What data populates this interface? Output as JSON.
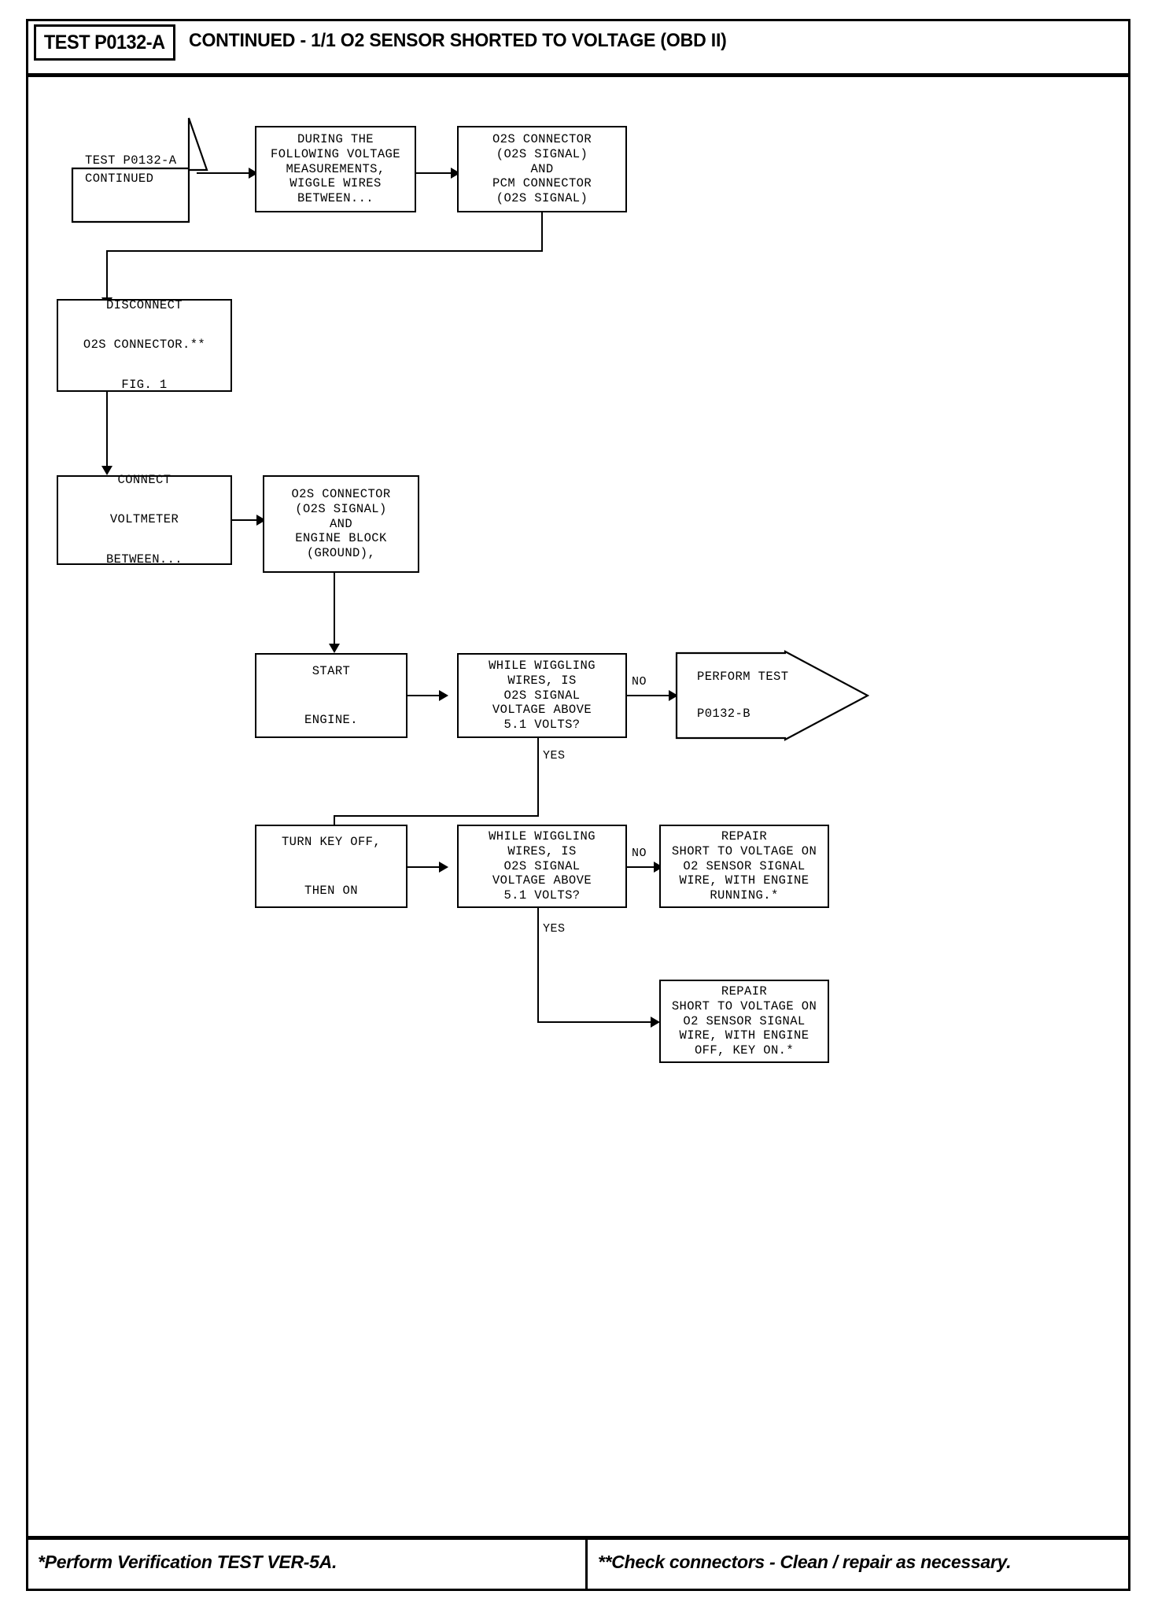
{
  "header": {
    "test_id": "TEST P0132-A",
    "title": "CONTINUED - 1/1 O2 SENSOR SHORTED TO VOLTAGE (OBD II)"
  },
  "footer": {
    "left_note": "*Perform Verification TEST VER-5A.",
    "right_note": "**Check connectors - Clean / repair as necessary."
  },
  "flow": {
    "start_banner": "TEST P0132-A\nCONTINUED",
    "during_measurements": "DURING THE\nFOLLOWING VOLTAGE\nMEASUREMENTS,\nWIGGLE WIRES\nBETWEEN...",
    "connectors_o2s_pcm": "O2S CONNECTOR\n(O2S SIGNAL)\nAND\nPCM CONNECTOR\n(O2S SIGNAL)",
    "disconnect_o2s": "DISCONNECT\n\nO2S CONNECTOR.**\n\nFIG. 1",
    "connect_voltmeter": "CONNECT\n\nVOLTMETER\n\nBETWEEN...",
    "connectors_o2s_ground": "O2S CONNECTOR\n(O2S SIGNAL)\nAND\nENGINE BLOCK\n(GROUND),",
    "start_engine": "START\n\nENGINE.",
    "decision_engine_running": "WHILE WIGGLING\nWIRES, IS\nO2S SIGNAL\nVOLTAGE ABOVE\n5.1 VOLTS?",
    "perform_test_banner": "PERFORM TEST\n\nP0132-B",
    "turn_key_off": "TURN KEY OFF,\n\nTHEN ON",
    "decision_key_on": "WHILE WIGGLING\nWIRES, IS\nO2S SIGNAL\nVOLTAGE ABOVE\n5.1 VOLTS?",
    "repair_engine_running": "REPAIR\nSHORT TO VOLTAGE ON\nO2 SENSOR SIGNAL\nWIRE, WITH ENGINE\nRUNNING.*",
    "repair_key_on": "REPAIR\nSHORT TO VOLTAGE ON\nO2 SENSOR SIGNAL\nWIRE, WITH ENGINE\nOFF, KEY ON.*"
  },
  "edges": {
    "no_1": "NO",
    "yes_1": "YES",
    "no_2": "NO",
    "yes_2": "YES"
  },
  "colors": {
    "ink": "#000000",
    "paper": "#ffffff"
  }
}
